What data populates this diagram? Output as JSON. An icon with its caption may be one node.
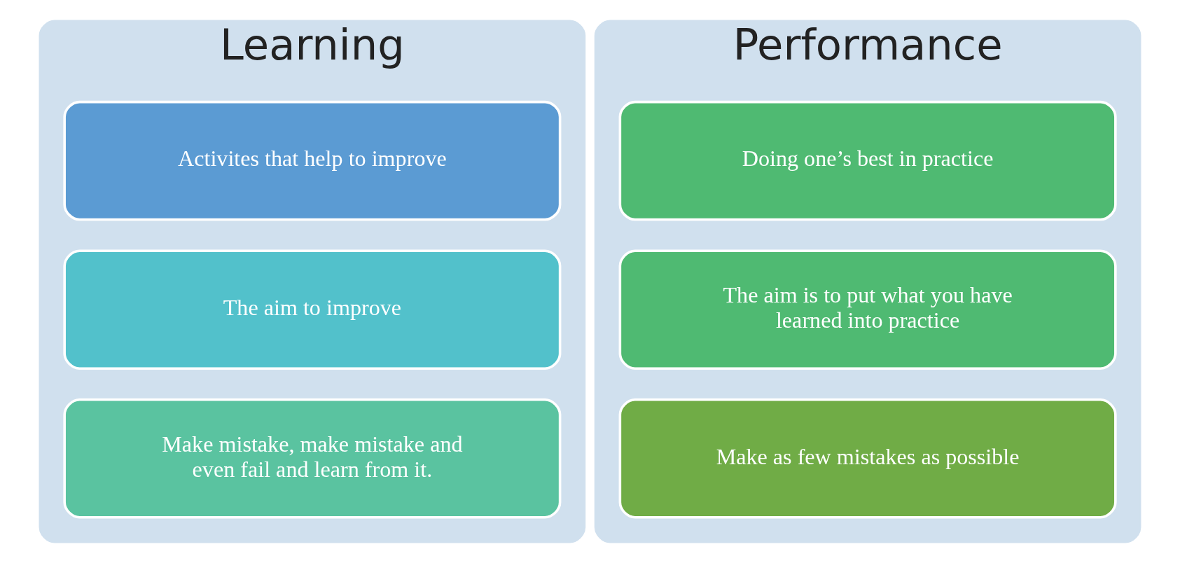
{
  "diagram": {
    "nodes": [
      {
        "text": [
          "Learning"
        ]
      },
      {
        "text": [
          "Activites that help to improve"
        ],
        "in": 0
      },
      {
        "text": [
          "The aim to improve"
        ],
        "in": 0
      },
      {
        "text": [
          "Make mistake, make mistake and even fail and learn from it."
        ],
        "in": 0
      },
      {
        "text": [
          "Performance"
        ]
      },
      {
        "text": [
          "Doing one’s best in practice"
        ],
        "in": 4
      },
      {
        "text": [
          "The aim is to put what you have learned into practice"
        ],
        "in": 4
      },
      {
        "text": [
          "Make as few mistakes as possible"
        ],
        "in": 4
      }
    ],
    "edges": []
  }
}
